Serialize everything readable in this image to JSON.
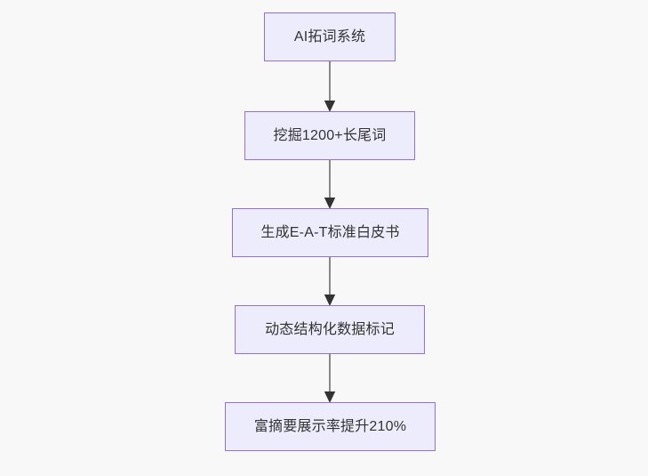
{
  "diagram": {
    "title": "AI SEO content pipeline flowchart",
    "orientation": "top-to-bottom",
    "background_color": "#f8f8f8",
    "node_fill_color": "#ececfd",
    "node_border_color": "#9370db",
    "node_text_color": "#333333",
    "edge_color": "#888888",
    "arrowhead_color": "#333333",
    "nodes": [
      {
        "id": "n0",
        "label": "AI拓词系统"
      },
      {
        "id": "n1",
        "label": "挖掘1200+长尾词"
      },
      {
        "id": "n2",
        "label": "生成E-A-T标准白皮书"
      },
      {
        "id": "n3",
        "label": "动态结构化数据标记"
      },
      {
        "id": "n4",
        "label": "富摘要展示率提升210%"
      }
    ],
    "edges": [
      {
        "id": "e0",
        "from": "n0",
        "to": "n1",
        "label": ""
      },
      {
        "id": "e1",
        "from": "n1",
        "to": "n2",
        "label": ""
      },
      {
        "id": "e2",
        "from": "n2",
        "to": "n3",
        "label": ""
      },
      {
        "id": "e3",
        "from": "n3",
        "to": "n4",
        "label": ""
      }
    ]
  }
}
